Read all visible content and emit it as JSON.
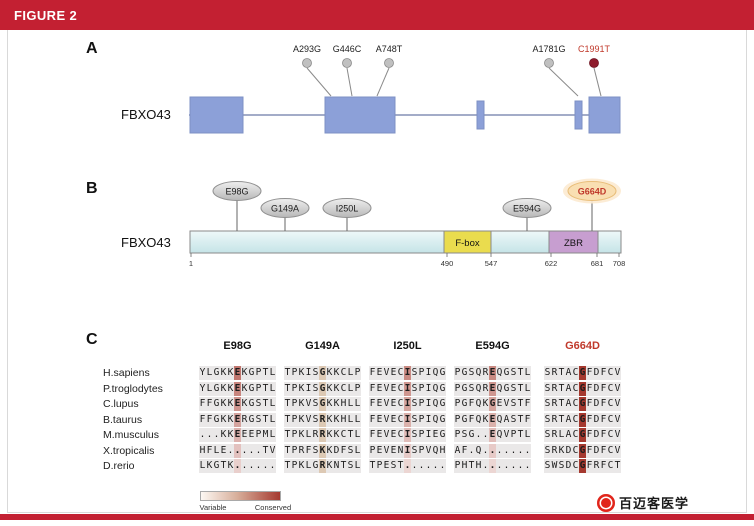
{
  "header": {
    "title": "FIGURE 2"
  },
  "colors": {
    "accent_red": "#c32032",
    "exon_blue": "#8ca0d8",
    "bar_cyan": "#d4ecee",
    "fbox_yellow": "#eadc4e",
    "zbr_purple": "#c79ed0",
    "pin_gray": "#c0c0c0",
    "pin_dark_red": "#8e1b2c",
    "mutation_red": "#c0392b",
    "highlight_orange": "#f9dfb2",
    "conserved_red": "#a5392f"
  },
  "panelA": {
    "label": "A",
    "gene_name": "FBXO43",
    "mutations": [
      {
        "name": "A293G",
        "highlight": false
      },
      {
        "name": "G446C",
        "highlight": false
      },
      {
        "name": "A748T",
        "highlight": false
      },
      {
        "name": "A1781G",
        "highlight": false
      },
      {
        "name": "C1991T",
        "highlight": true
      }
    ]
  },
  "panelB": {
    "label": "B",
    "protein_name": "FBXO43",
    "mutations": [
      {
        "name": "E98G",
        "highlight": false
      },
      {
        "name": "G149A",
        "highlight": false
      },
      {
        "name": "I250L",
        "highlight": false
      },
      {
        "name": "E594G",
        "highlight": false
      },
      {
        "name": "G664D",
        "highlight": true
      }
    ],
    "domains": [
      {
        "name": "F-box",
        "start": "490",
        "end": "547"
      },
      {
        "name": "ZBR",
        "start": "622",
        "end": "681"
      }
    ],
    "scale_labels": [
      "1",
      "490",
      "547",
      "622",
      "681",
      "708"
    ]
  },
  "panelC": {
    "label": "C",
    "mutated_index": 5,
    "column_headers": [
      {
        "name": "E98G",
        "highlight": false
      },
      {
        "name": "G149A",
        "highlight": false
      },
      {
        "name": "I250L",
        "highlight": false
      },
      {
        "name": "E594G",
        "highlight": false
      },
      {
        "name": "G664D",
        "highlight": true
      }
    ],
    "column_highlight_colors": [
      "#c1766e",
      "#ddc9b4",
      "#c98a82",
      "#c98a82",
      "#a5392f"
    ],
    "species": [
      "H.sapiens",
      "P.troglodytes",
      "C.lupus",
      "B.taurus",
      "M.musculus",
      "X.tropicalis",
      "D.rerio"
    ],
    "alignment": [
      [
        "YLGKKEKGPTL",
        "TPKISGKKCLP",
        "FEVECISPIQG",
        "PGSQREQGSTL",
        "SRTACGFDFCV"
      ],
      [
        "YLGKKEKGPTL",
        "TPKISGKKCLP",
        "FEVECISPIQG",
        "PGSQREQGSTL",
        "SRTACGFDFCV"
      ],
      [
        "FFGKKEKGSTL",
        "TPKVSGKKHLL",
        "FEVECISPIQG",
        "PGFQKGEVSTF",
        "SRTACGFDFCV"
      ],
      [
        "FFGKKERGSTL",
        "TPKVSRKKHLL",
        "FEVECISPIQG",
        "PGFQKEQASTF",
        "SRTACGFDFCV"
      ],
      [
        "...KKEEEPML",
        "TPKLRRKKCTL",
        "FEVECISPIEG",
        "PSG..EQVPTL",
        "SRLACGFDFCV"
      ],
      [
        "HFLE.....TV",
        "TPRFSKKDFSL",
        "PEVENISPVQH",
        "AF.Q.......",
        "SRKDCGFDFCV"
      ],
      [
        "LKGTK......",
        "TPKLGRKNTSL",
        "TPEST......",
        "PHTH.......",
        "SWSDCGFRFCT"
      ]
    ],
    "legend": {
      "left": "Variable",
      "right": "Conserved"
    }
  },
  "watermark": {
    "text": "百迈客医学"
  }
}
